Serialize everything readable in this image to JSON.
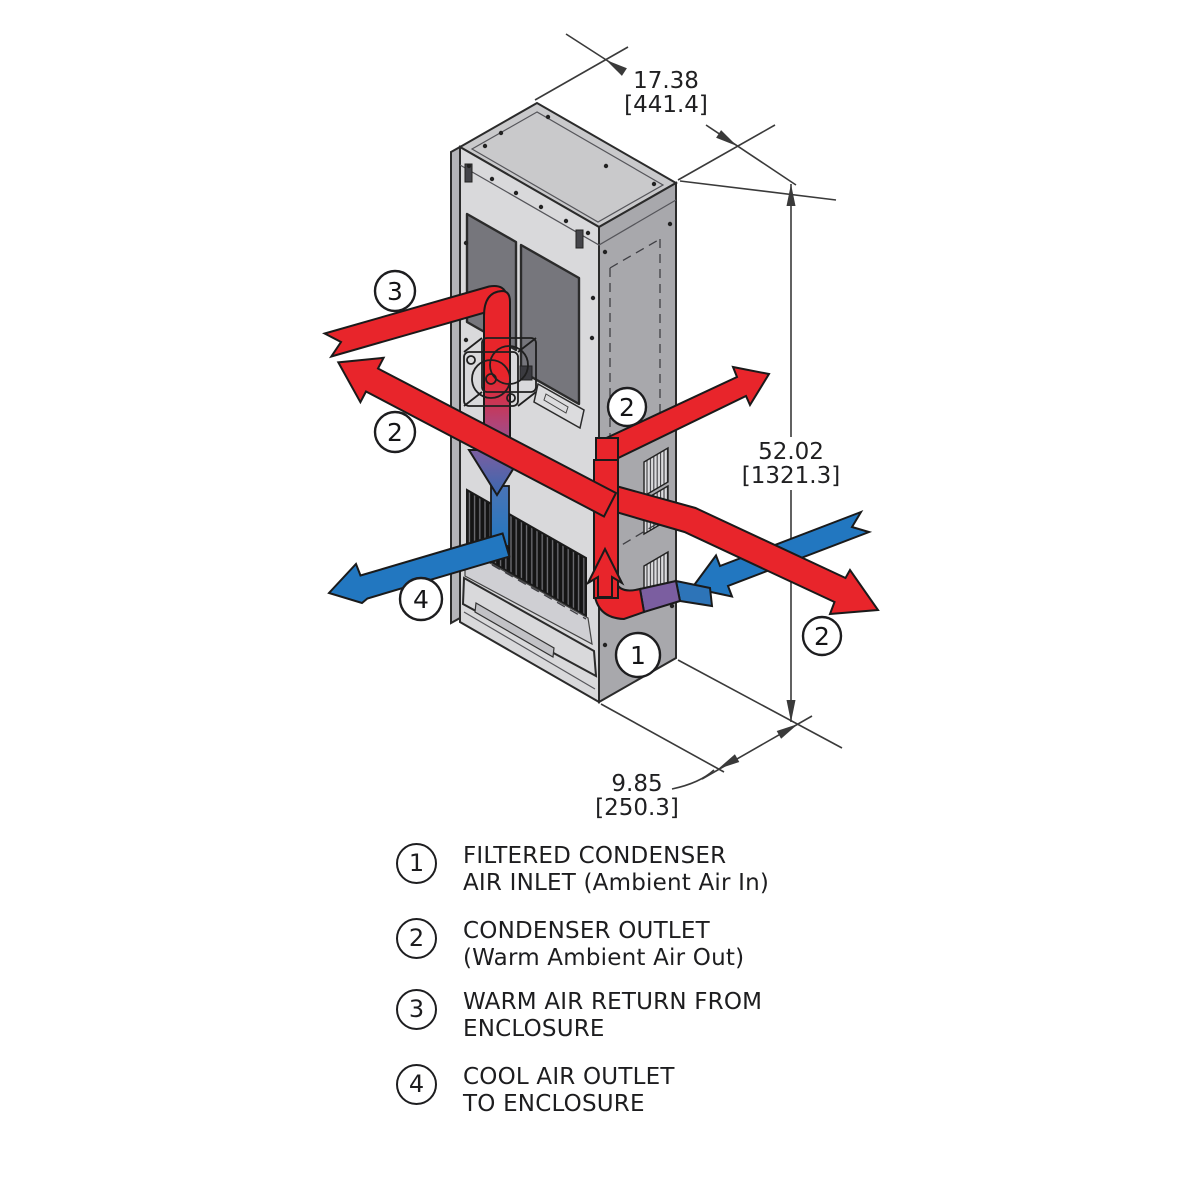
{
  "diagram": {
    "dims": {
      "width": {
        "in": "17.38",
        "mm": "[441.4]"
      },
      "height": {
        "in": "52.02",
        "mm": "[1321.3]"
      },
      "depth": {
        "in": "9.85",
        "mm": "[250.3]"
      }
    },
    "callouts": [
      {
        "label": "3"
      },
      {
        "label": "2"
      },
      {
        "label": "4"
      },
      {
        "label": "2"
      },
      {
        "label": "1"
      },
      {
        "label": "2"
      }
    ],
    "colors": {
      "warm_air": "#e8252b",
      "warm_air_dark": "#a8101a",
      "cool_air": "#2277c0",
      "transition_purple": "#7b5ea0",
      "cabinet_top": "#c9c9cb",
      "cabinet_front": "#d9d9db",
      "cabinet_side": "#a8a8ac",
      "opening": "#76767c",
      "grille": "#141414",
      "outline": "#2b2b2b",
      "background": "#ffffff"
    }
  },
  "legend": {
    "items": [
      {
        "number": "1",
        "line1": "FILTERED CONDENSER",
        "line2": "AIR INLET (Ambient Air In)"
      },
      {
        "number": "2",
        "line1": "CONDENSER OUTLET",
        "line2": "(Warm Ambient Air Out)"
      },
      {
        "number": "3",
        "line1": "WARM AIR RETURN FROM",
        "line2": "ENCLOSURE"
      },
      {
        "number": "4",
        "line1": "COOL AIR OUTLET",
        "line2": "TO ENCLOSURE"
      }
    ]
  }
}
